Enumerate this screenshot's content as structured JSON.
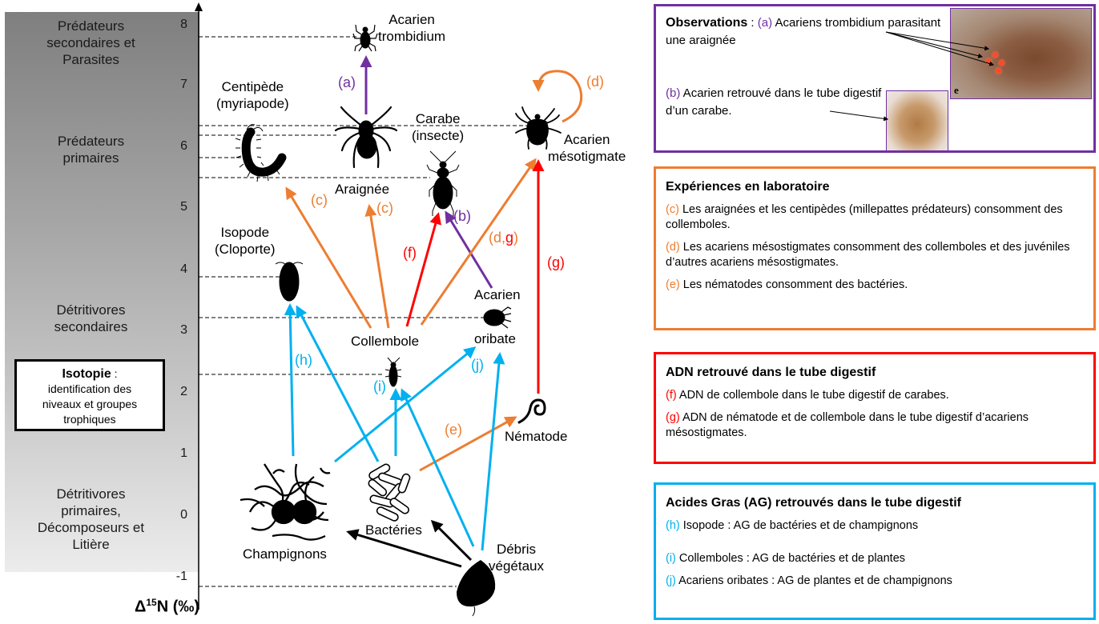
{
  "colors": {
    "observation": "#7030a0",
    "laboratory": "#ed7d31",
    "dna": "#ff0000",
    "fatty_acids": "#00b0f0",
    "trophic_link": "#000000"
  },
  "axis": {
    "title_prefix": "Δ",
    "title_sup": "15",
    "title_suffix": "N (‰)",
    "ticks": [
      "8",
      "7",
      "6",
      "5",
      "4",
      "3",
      "2",
      "1",
      "0",
      "-1"
    ]
  },
  "levels": [
    {
      "id": "secondary-predators",
      "lines": [
        "Prédateurs",
        "secondaires et",
        "Parasites"
      ]
    },
    {
      "id": "primary-predators",
      "lines": [
        "Prédateurs",
        "primaires"
      ]
    },
    {
      "id": "secondary-detritivores",
      "lines": [
        "Détritivores",
        "secondaires"
      ]
    },
    {
      "id": "primary-detritivores",
      "lines": [
        "Détritivores",
        "primaires,",
        "Décomposeurs et",
        "Litière"
      ]
    }
  ],
  "isotopy_box": {
    "title": "Isotopie",
    "title_suffix": " :",
    "lines": [
      "identification des",
      "niveaux et groupes",
      "trophiques"
    ]
  },
  "organisms": {
    "trombidium": [
      "Acarien",
      "trombidium"
    ],
    "centipede": [
      "Centipède",
      "(myriapode)"
    ],
    "spider": [
      "Araignée"
    ],
    "carabe": [
      "Carabe",
      "(insecte)"
    ],
    "mesostigmate": [
      "Acarien",
      "mésotigmate"
    ],
    "isopode": [
      "Isopode",
      "(Cloporte)"
    ],
    "collembole": [
      "Collembole"
    ],
    "oribate_top": "Acarien",
    "oribate_bottom": "oribate",
    "nematode": [
      "Nématode"
    ],
    "champignons": [
      "Champignons"
    ],
    "bacteries": [
      "Bactéries"
    ],
    "debris": [
      "Débris",
      "végétaux"
    ]
  },
  "edge_labels": {
    "a": "(a)",
    "b": "(b)",
    "c1": "(c)",
    "c2": "(c)",
    "d": "(d)",
    "dg_d": "(d,",
    "dg_g": "g",
    "dg_close": ")",
    "e": "(e)",
    "f": "(f)",
    "g": "(g)",
    "h": "(h)",
    "i": "(i)",
    "j": "(j)"
  },
  "panels": {
    "observations": {
      "title": "Observations",
      "sep": " : ",
      "a_code": "(a)",
      "a_text": " Acariens trombidium parasitant une araignée",
      "b_code": "(b)",
      "b_text": " Acarien retrouvé dans le tube digestif d’un carabe.",
      "photo_letter": "e"
    },
    "laboratory": {
      "title": "Expériences en laboratoire",
      "items": [
        {
          "code": "(c)",
          "text": " Les araignées et les centipèdes (millepattes prédateurs) consomment des collemboles."
        },
        {
          "code": "(d)",
          "text": " Les acariens mésostigmates consomment des collemboles et des juvéniles d’autres acariens mésostigmates."
        },
        {
          "code": "(e)",
          "text": " Les nématodes consomment des bactéries."
        }
      ]
    },
    "dna": {
      "title": "ADN retrouvé dans le tube digestif",
      "items": [
        {
          "code": "(f)",
          "text": " ADN de collembole dans le tube digestif de carabes."
        },
        {
          "code": "(g)",
          "text": " ADN de nématode et de collembole dans le tube digestif d’acariens mésostigmates."
        }
      ]
    },
    "fatty_acids": {
      "title": "Acides Gras (AG) retrouvés dans le tube digestif",
      "items": [
        {
          "code": "(h)",
          "text": " Isopode : AG de bactéries et de champignons"
        },
        {
          "code": "(i)",
          "text": " Collemboles : AG de bactéries et de plantes"
        },
        {
          "code": "(j)",
          "text": " Acariens oribates : AG de plantes et de champignons"
        }
      ]
    }
  }
}
